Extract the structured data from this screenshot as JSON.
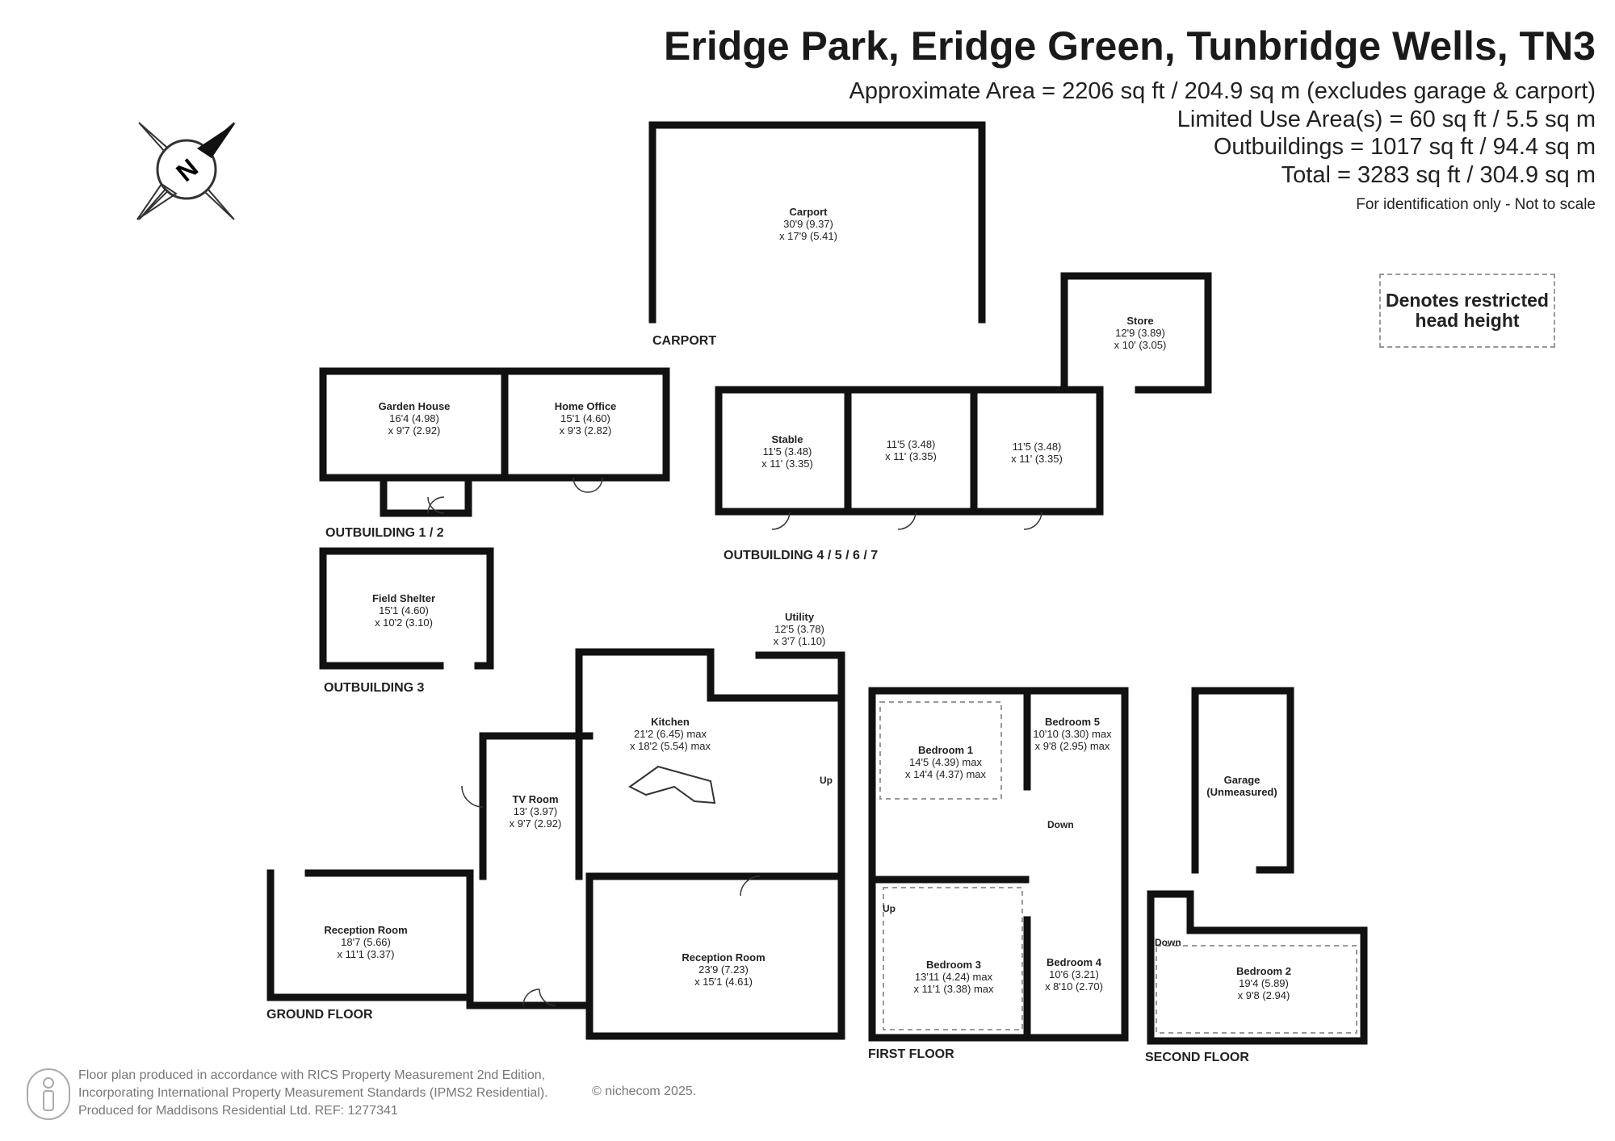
{
  "header": {
    "title": "Eridge Park, Eridge Green, Tunbridge Wells, TN3",
    "areas": [
      "Approximate Area = 2206 sq ft / 204.9 sq m (excludes garage & carport)",
      "Limited Use Area(s) = 60 sq ft / 5.5 sq m",
      "Outbuildings = 1017 sq ft / 94.4 sq m",
      "Total = 3283 sq ft / 304.9 sq m"
    ],
    "identification": "For identification only - Not to scale"
  },
  "legend": {
    "label": "Denotes restricted head height"
  },
  "compass": {
    "label": "N",
    "icon": "compass-icon"
  },
  "sections": {
    "carport": "CARPORT",
    "outbuilding_1_2": "OUTBUILDING 1 / 2",
    "outbuilding_3": "OUTBUILDING 3",
    "outbuilding_4_7": "OUTBUILDING 4 / 5 / 6 / 7",
    "ground_floor": "GROUND FLOOR",
    "first_floor": "FIRST FLOOR",
    "second_floor": "SECOND FLOOR"
  },
  "rooms": {
    "carport": {
      "name": "Carport",
      "dim1": "30'9 (9.37)",
      "dim2": "x 17'9 (5.41)"
    },
    "store": {
      "name": "Store",
      "dim1": "12'9 (3.89)",
      "dim2": "x 10' (3.05)"
    },
    "garden_house": {
      "name": "Garden House",
      "dim1": "16'4 (4.98)",
      "dim2": "x 9'7 (2.92)"
    },
    "home_office": {
      "name": "Home Office",
      "dim1": "15'1 (4.60)",
      "dim2": "x 9'3 (2.82)"
    },
    "stable": {
      "name": "Stable",
      "dim1": "11'5 (3.48)",
      "dim2": "x 11' (3.35)"
    },
    "stable_2": {
      "dim1": "11'5 (3.48)",
      "dim2": "x 11' (3.35)"
    },
    "stable_3": {
      "dim1": "11'5 (3.48)",
      "dim2": "x 11' (3.35)"
    },
    "field_shelter": {
      "name": "Field Shelter",
      "dim1": "15'1 (4.60)",
      "dim2": "x 10'2 (3.10)"
    },
    "utility": {
      "name": "Utility",
      "dim1": "12'5 (3.78)",
      "dim2": "x 3'7 (1.10)"
    },
    "kitchen": {
      "name": "Kitchen",
      "dim1": "21'2 (6.45) max",
      "dim2": "x 18'2 (5.54) max"
    },
    "tv_room": {
      "name": "TV Room",
      "dim1": "13' (3.97)",
      "dim2": "x 9'7 (2.92)"
    },
    "reception_1": {
      "name": "Reception Room",
      "dim1": "18'7 (5.66)",
      "dim2": "x 11'1 (3.37)"
    },
    "reception_2": {
      "name": "Reception Room",
      "dim1": "23'9 (7.23)",
      "dim2": "x 15'1 (4.61)"
    },
    "bedroom_1": {
      "name": "Bedroom 1",
      "dim1": "14'5 (4.39) max",
      "dim2": "x 14'4 (4.37) max"
    },
    "bedroom_5": {
      "name": "Bedroom 5",
      "dim1": "10'10 (3.30) max",
      "dim2": "x 9'8 (2.95) max"
    },
    "bedroom_3": {
      "name": "Bedroom 3",
      "dim1": "13'11 (4.24) max",
      "dim2": "x 11'1 (3.38) max"
    },
    "bedroom_4": {
      "name": "Bedroom 4",
      "dim1": "10'6 (3.21)",
      "dim2": "x 8'10 (2.70)"
    },
    "garage": {
      "name": "Garage",
      "dim1": "(Unmeasured)"
    },
    "bedroom_2": {
      "name": "Bedroom 2",
      "dim1": "19'4 (5.89)",
      "dim2": "x 9'8 (2.94)"
    }
  },
  "stairs": {
    "gf_up": "Up",
    "ff_up": "Up",
    "ff_down": "Down",
    "sf_down": "Down"
  },
  "footer": {
    "lines": [
      "Floor plan produced in accordance with RICS Property Measurement 2nd Edition,",
      "Incorporating International Property Measurement Standards (IPMS2 Residential).",
      "Produced for Maddisons Residential Ltd.   REF: 1277341"
    ],
    "copyright": "© nichecom 2025."
  }
}
